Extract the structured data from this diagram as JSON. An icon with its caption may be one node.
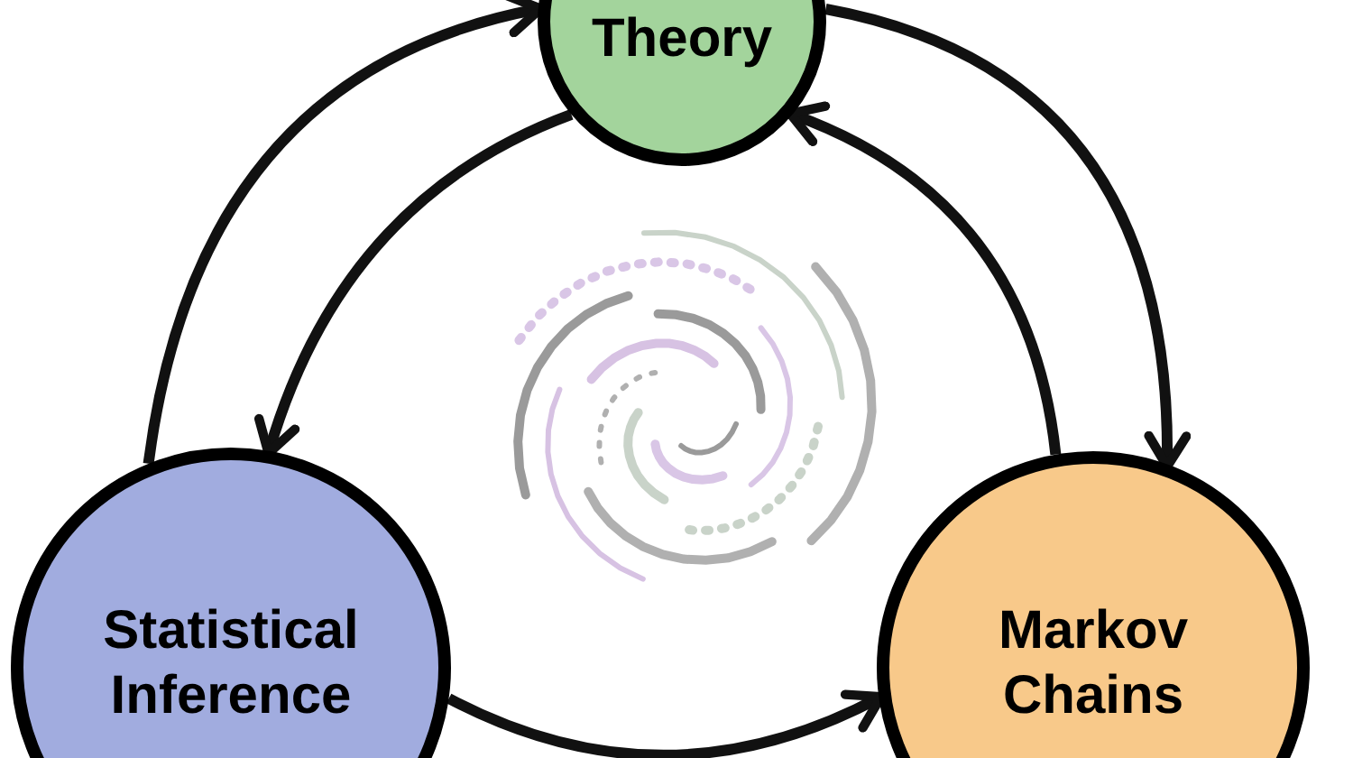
{
  "diagram": {
    "nodes": [
      {
        "text": [
          "Theory"
        ]
      },
      {
        "text": [
          "Statistical Inference"
        ]
      },
      {
        "text": [
          "Markov Chains"
        ]
      }
    ],
    "edges": [
      {
        "from": 1,
        "to": 0,
        "arrow": "to"
      },
      {
        "from": 0,
        "to": 2,
        "arrow": "to"
      },
      {
        "from": 0,
        "to": 1,
        "arrow": "to"
      },
      {
        "from": 2,
        "to": 0,
        "arrow": "to"
      },
      {
        "from": 1,
        "to": 2,
        "arrow": "to"
      }
    ]
  }
}
